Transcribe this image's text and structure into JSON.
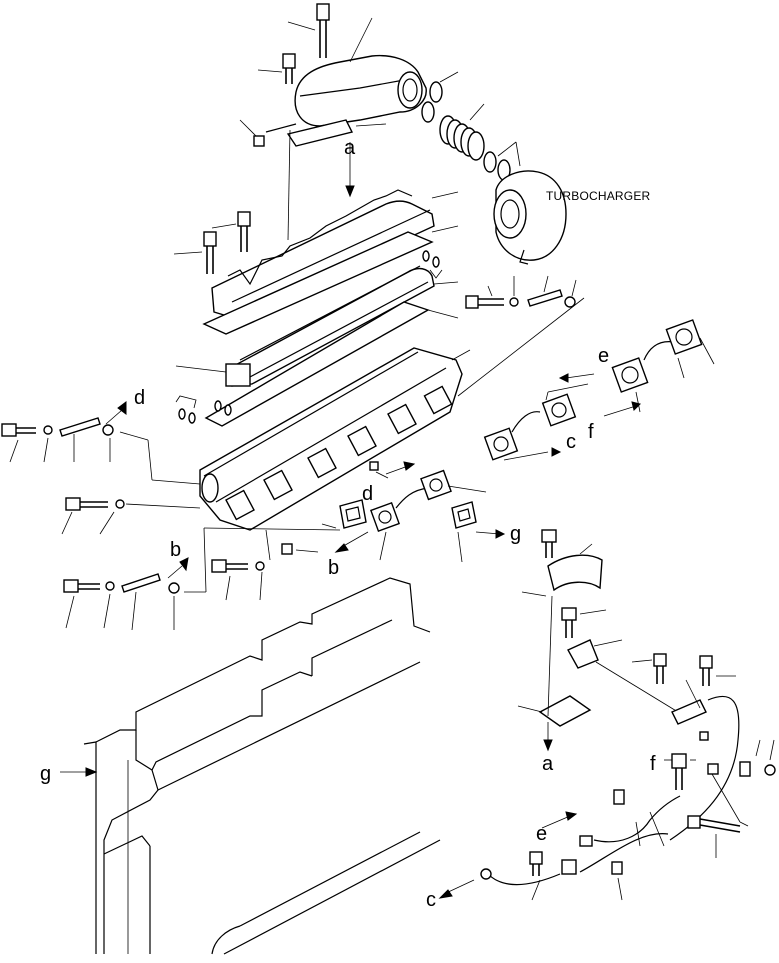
{
  "labels": {
    "turbocharger": "TURBOCHARGER",
    "a": "a",
    "b": "b",
    "c": "c",
    "d": "d",
    "e": "e",
    "f": "f",
    "g": "g"
  }
}
